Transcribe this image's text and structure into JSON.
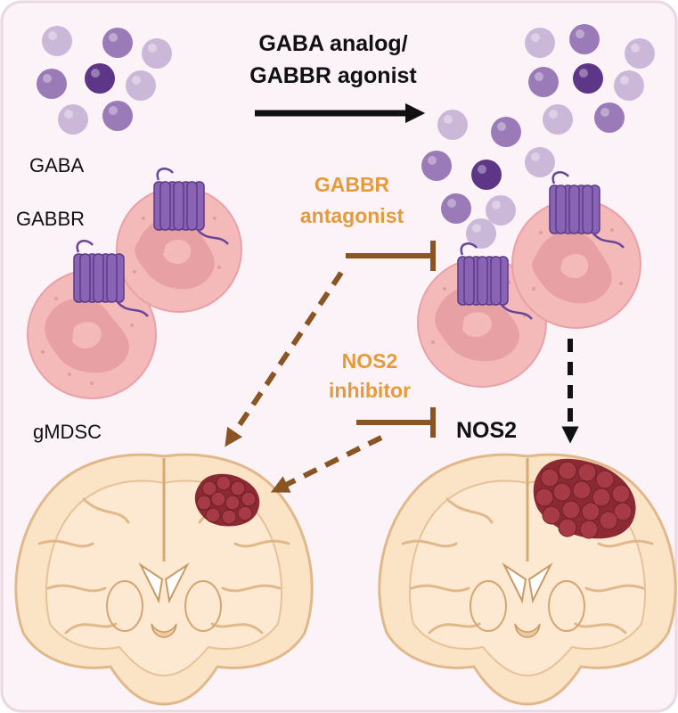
{
  "colors": {
    "background": "#fcf3f8",
    "frame": "#ead7e2",
    "orange": "#e59a3c",
    "brown_arrow": "#8a5522",
    "black_arrow": "#111111",
    "cell": "#f4b9b9",
    "nucleus": "#e7a0a3",
    "receptor": "#8a64b4",
    "brain": "#fbe4c6",
    "tumor": "#8c2a34",
    "gaba_dark": "#5e3687",
    "gaba_mid": "#9a7bb7",
    "gaba_light": "#cbb8d9"
  },
  "labels": {
    "agonist_line1": "GABA analog/",
    "agonist_line2": "GABBR agonist",
    "gaba": "GABA",
    "gabbr": "GABBR",
    "antagonist_line1": "GABBR",
    "antagonist_line2": "antagonist",
    "nos2_inhibitor_line1": "NOS2",
    "nos2_inhibitor_line2": "inhibitor",
    "nos2": "NOS2",
    "gmdsc": "gMDSC"
  },
  "icons": [
    "gaba-molecule-icon",
    "gmdsc-cell-icon",
    "gabbr-receptor-icon",
    "brain-section-icon",
    "tumor-icon"
  ]
}
